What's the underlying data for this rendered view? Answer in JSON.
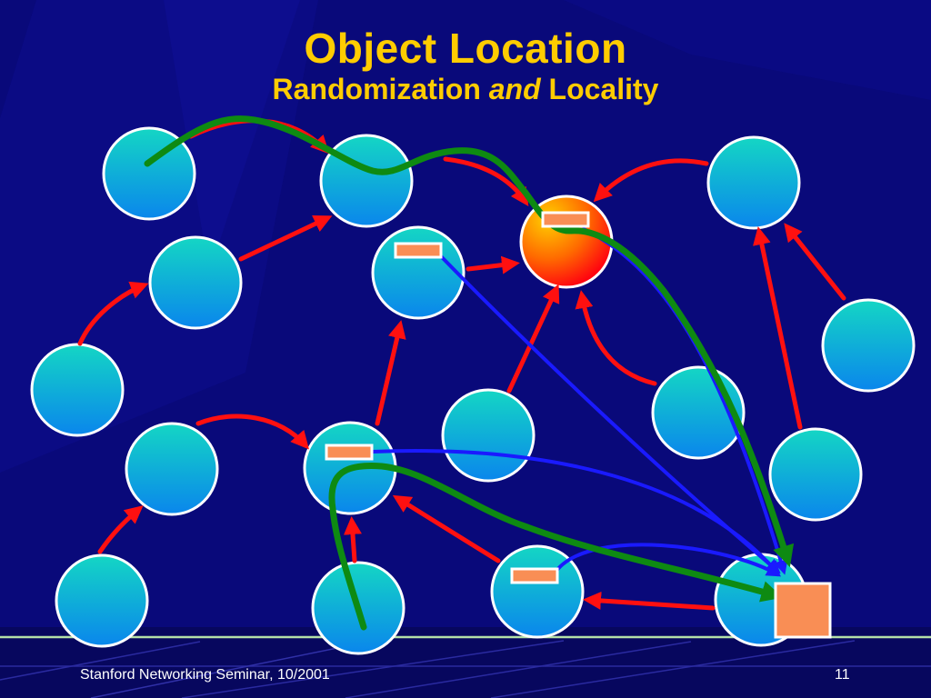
{
  "slide": {
    "title": "Object Location",
    "subtitle_part1": "Randomization",
    "subtitle_italic": "and",
    "subtitle_part2": "Locality",
    "footer_left": "Stanford Networking Seminar, 10/2001",
    "page_number": "11"
  },
  "colors": {
    "background": "#09097a",
    "title": "#ffcc00",
    "node_top": "#14d6c4",
    "node_bottom": "#0a86ec",
    "root_node": "#ff6a00",
    "pointer_arrow": "#ff1010",
    "query_arrow": "#1a1aff",
    "route_path": "#0e8a12",
    "object_box": "#f98e55"
  }
}
